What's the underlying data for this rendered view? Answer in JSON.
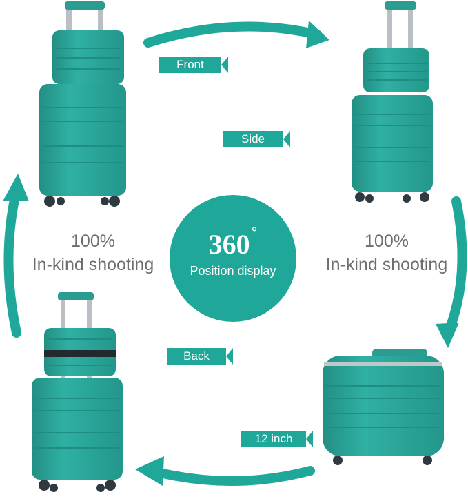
{
  "colors": {
    "accent": "#1fa89a",
    "accent_dark": "#178b80",
    "suitcase": "#2aa89c",
    "suitcase_shade": "#1e8d82",
    "text_gray": "#6e6e6e"
  },
  "labels": {
    "front": "Front",
    "side": "Side",
    "back": "Back",
    "size": "12 inch"
  },
  "captions": {
    "left_line1": "100%",
    "left_line2": "In-kind shooting",
    "right_line1": "100%",
    "right_line2": "In-kind shooting"
  },
  "center": {
    "degree": "360",
    "degree_symbol": "°",
    "label": "Position display"
  }
}
